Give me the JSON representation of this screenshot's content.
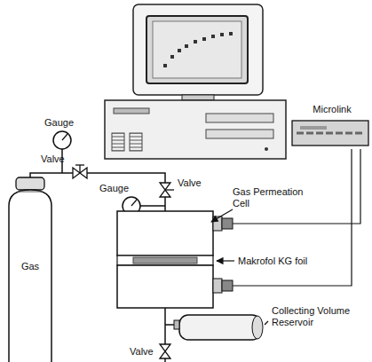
{
  "diagram": {
    "nodes": [
      {
        "text": [
          "Gas"
        ]
      },
      {
        "text": [
          "Microlink"
        ]
      }
    ],
    "labels": [
      "Gauge",
      "Valve",
      "Gauge",
      "Valve",
      "Gas Permeation Cell",
      "Makrofol KG foil",
      "Collecting Volume Reservoir",
      "Valve"
    ]
  }
}
